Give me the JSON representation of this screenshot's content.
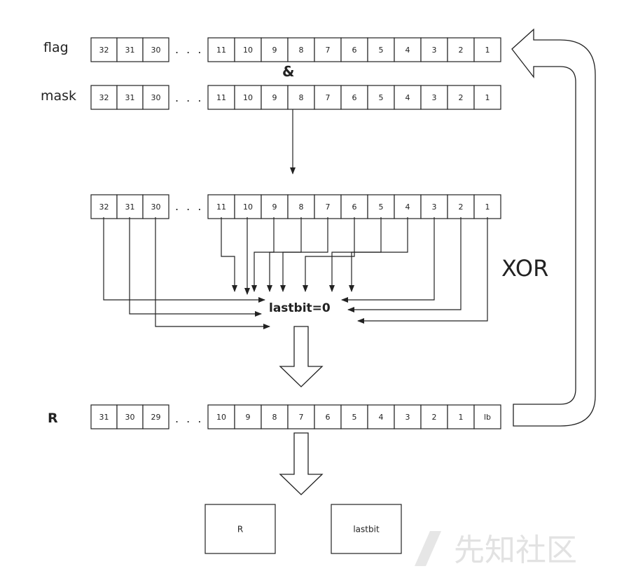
{
  "rows": {
    "flag": {
      "label": "flag",
      "cells": [
        "32",
        "31",
        "30",
        "11",
        "10",
        "9",
        "8",
        "7",
        "6",
        "5",
        "4",
        "3",
        "2",
        "1"
      ]
    },
    "mask": {
      "label": "mask",
      "cells": [
        "32",
        "31",
        "30",
        "11",
        "10",
        "9",
        "8",
        "7",
        "6",
        "5",
        "4",
        "3",
        "2",
        "1"
      ]
    },
    "result": {
      "label": "",
      "cells": [
        "32",
        "31",
        "30",
        "11",
        "10",
        "9",
        "8",
        "7",
        "6",
        "5",
        "4",
        "3",
        "2",
        "1"
      ]
    },
    "r": {
      "label": "R",
      "cells": [
        "31",
        "30",
        "29",
        "10",
        "9",
        "8",
        "7",
        "6",
        "5",
        "4",
        "3",
        "2",
        "1",
        "lb"
      ]
    }
  },
  "ellipsis": ". . .",
  "and_operator": "&",
  "xor_label": "XOR",
  "lastbit_label": "lastbit=0",
  "outputs": {
    "r_box": "R",
    "lastbit_box": "lastbit"
  },
  "watermark": "先知社区"
}
